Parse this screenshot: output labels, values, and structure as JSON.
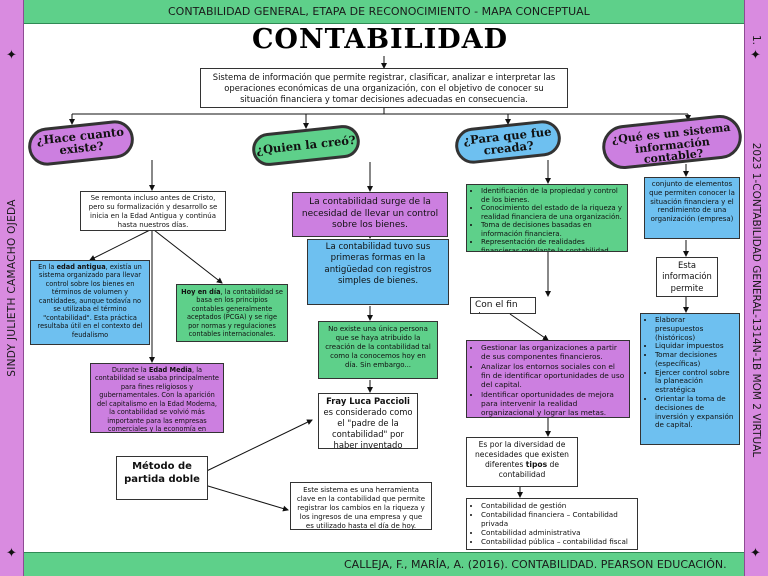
{
  "header": {
    "text": "CONTABILIDAD GENERAL, ETAPA DE RECONOCIMIENTO - MAPA CONCEPTUAL"
  },
  "footer": {
    "text": "CALLEJA, F., MARÍA, A. (2016). CONTABILIDAD. PEARSON   EDUCACIÓN."
  },
  "left_side": {
    "text": "SINDY JULIETH CAMACHO OJEDA"
  },
  "right_side": {
    "top": "1.",
    "text": "2023 1-CONTABILIDAD GENERAL-1314N-1B MOM 2 VIRTUAL"
  },
  "title": "CONTABILIDAD",
  "definition": "Sistema de información que permite registrar, clasificar, analizar e interpretar las operaciones económicas de una organización, con el objetivo de conocer su situación financiera y tomar decisiones adecuadas en consecuencia.",
  "branches": {
    "hace": {
      "label": "¿Hace cuanto existe?",
      "intro": "Se remonta incluso antes de Cristo, pero su formalización y desarrollo se inicia en la Edad Antigua y continúa hasta nuestros días.",
      "antigua_pre": "En la",
      "antigua_bold": "edad antigua",
      "antigua_post": ", existía un sistema organizado para llevar control sobre los bienes en términos de volumen y cantidades, aunque todavía no se utilizaba el término \"contabilidad\". Esta práctica resultaba útil en el contexto del feudalismo",
      "hoy_bold": "Hoy en día",
      "hoy_post": ", la contabilidad se basa en los principios contables generalmente aceptados (PCGA) y se rige por normas y regulaciones contables internacionales.",
      "media_pre": "Durante la",
      "media_bold": "Edad Media",
      "media_post": ", la contabilidad se usaba principalmente para fines religiosos y gubernamentales. Con la aparición del capitalismo en la Edad Moderna, la contabilidad se volvió más importante para las empresas comerciales y la economía en general.",
      "metodo": "Método de partida doble",
      "herramienta": "Este sistema es una herramienta clave en la contabilidad que permite registrar los cambios en la riqueza y los ingresos de una empresa y que es utilizado hasta el día de hoy."
    },
    "quien": {
      "label": "¿Quien la creó?",
      "surge": "La contabilidad surge de la necesidad de llevar un control sobre los bienes.",
      "formas": "La contabilidad tuvo sus primeras formas en la antigüedad con registros simples de bienes.",
      "no_existe": "No existe una única persona que se haya atribuido la creación de la contabilidad tal como la conocemos hoy en día. Sin embargo...",
      "fray_bold": "Fray Luca Paccioli",
      "fray_post": " es considerado como el \"padre de la contabilidad\" por haber inventado"
    },
    "para": {
      "label": "¿Para que fue creada?",
      "items": [
        "Identificación de la propiedad y control de los bienes.",
        "Conocimiento del estado de la riqueza y realidad financiera de una organización.",
        "Toma de decisiones basadas en información financiera.",
        "Representación de realidades financieras mediante la contabilidad."
      ],
      "con_fin": "Con el fin de",
      "fin_items": [
        "Gestionar las organizaciones a partir de sus componentes financieros.",
        "Analizar los entornos sociales con el fin de identificar oportunidades de uso del capital.",
        "Identificar oportunidades de mejora para intervenir la realidad organizacional y lograr las metas."
      ],
      "diversidad_pre": "Es por la diversidad de necesidades que existen diferentes ",
      "diversidad_bold": "tipos",
      "diversidad_post": " de contabilidad",
      "tipos": [
        "Contabilidad de gestión",
        "Contabilidad financiera – Contabilidad privada",
        "Contabilidad administrativa",
        "Contabilidad pública – contabilidad fiscal"
      ]
    },
    "sistema": {
      "label": "¿Qué es un sistema información contable?",
      "conjunto": "conjunto de elementos que permiten conocer la situación financiera y el rendimiento de una organización (empresa)",
      "esta": "Esta información permite",
      "items": [
        "Elaborar presupuestos (históricos)",
        "Liquidar impuestos",
        "Tomar decisiones (específicas)",
        "Ejercer control sobre la planeación estratégica",
        "Orientar la toma de decisiones de inversión y expansión de capital."
      ]
    }
  },
  "colors": {
    "green": "#5ed08a",
    "purple": "#cc7fe0",
    "blue": "#6ec0f0"
  }
}
